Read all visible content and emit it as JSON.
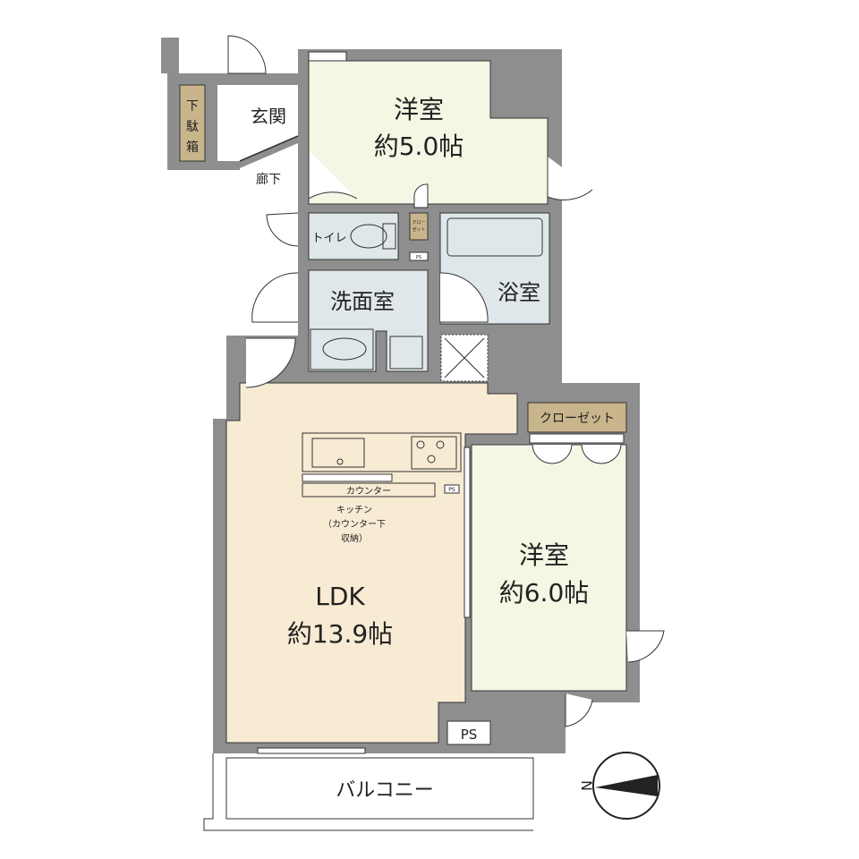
{
  "rooms": {
    "bedroom1": {
      "name": "洋室",
      "size": "約5.0帖"
    },
    "bedroom2": {
      "name": "洋室",
      "size": "約6.0帖"
    },
    "ldk": {
      "name": "LDK",
      "size": "約13.9帖"
    },
    "entrance": "玄関",
    "shoe_box": [
      "下",
      "駄",
      "箱"
    ],
    "hallway": "廊下",
    "toilet": "トイレ",
    "small_closet": [
      "クロー",
      "ゼット"
    ],
    "washroom": "洗面室",
    "bathroom": "浴室",
    "closet": "クローゼット",
    "counter": "カウンター",
    "kitchen": [
      "キッチン",
      "（カウンター下",
      "収納）"
    ],
    "ps": "PS",
    "ps_small": "PS",
    "balcony": "バルコニー"
  },
  "compass": {
    "label": "N"
  },
  "colors": {
    "wall": "#8e8e8e",
    "bedroom": "#f5f6e4",
    "ldk": "#f7ebd3",
    "wet": "#dfe7ea",
    "storage": "#c9b58c"
  }
}
